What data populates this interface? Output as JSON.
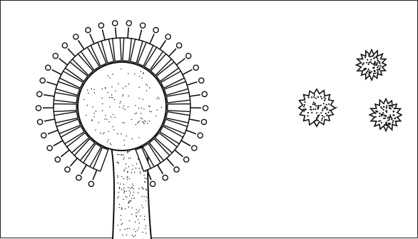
{
  "figure": {
    "background_color": "#ffffff",
    "ink_color": "#111111",
    "subjects": [
      {
        "name": "conidiophore-head",
        "icon": "fungal-conidiophore"
      },
      {
        "name": "spore",
        "icon": "spiny-conidium",
        "count": 3
      }
    ]
  }
}
